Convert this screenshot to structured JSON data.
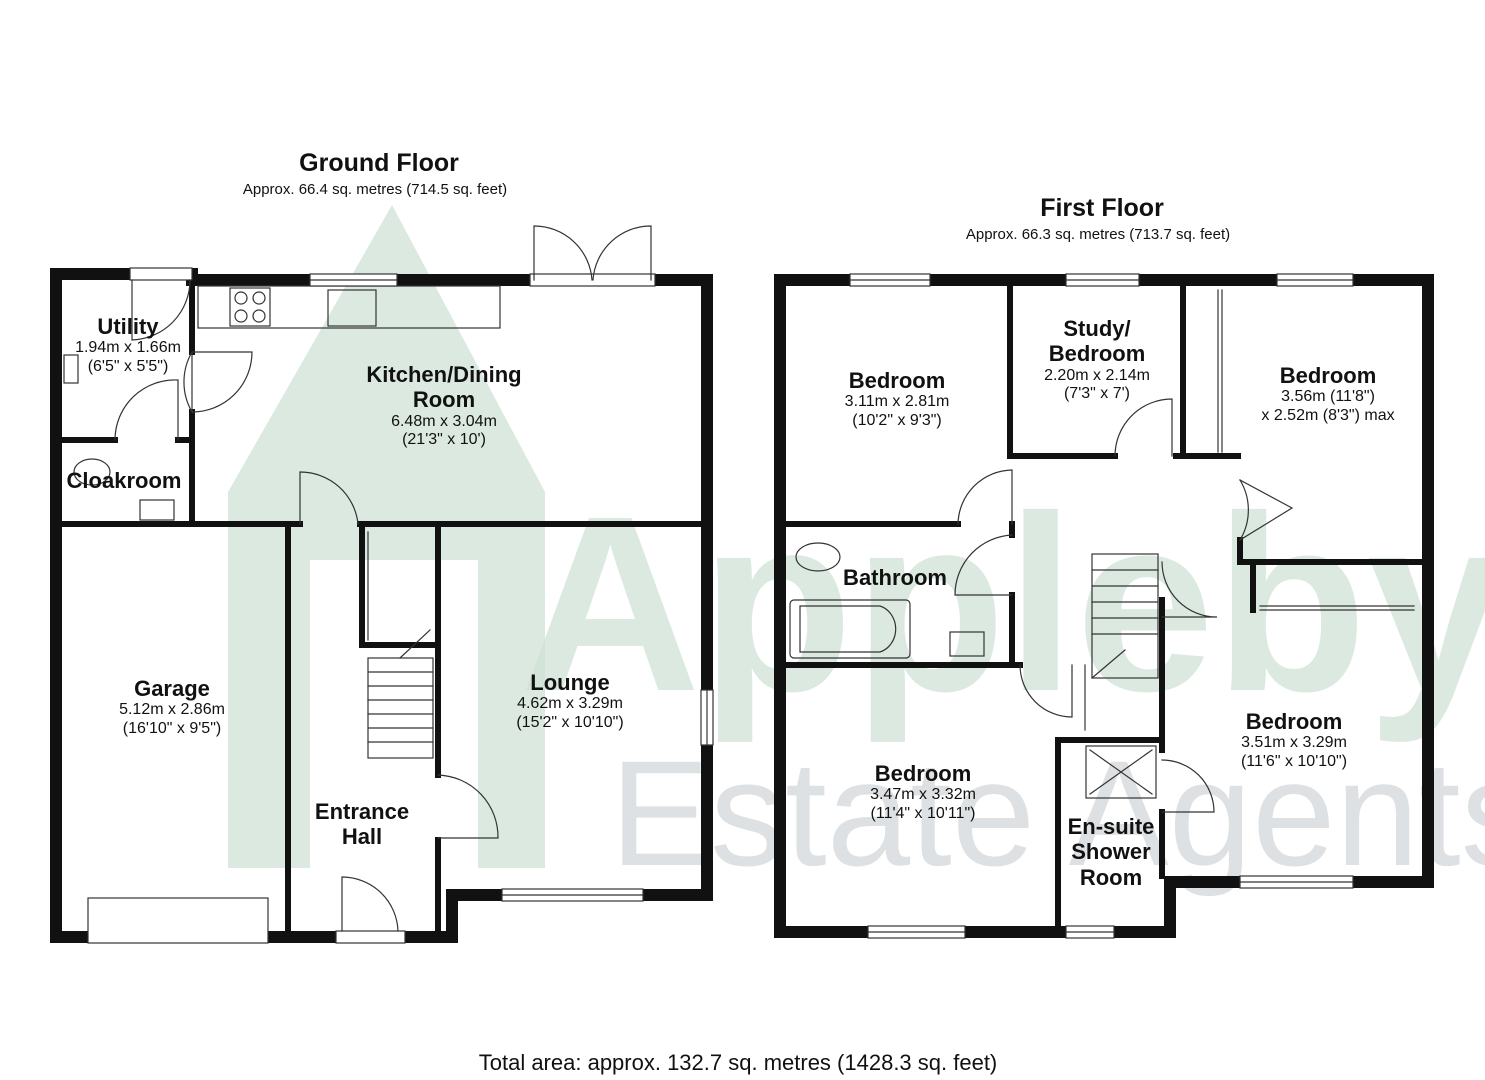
{
  "watermark": {
    "brand": "Appleby's",
    "tagline": "Estate Agents",
    "color": "#cfe2d6",
    "text_color": "#d9dcdf"
  },
  "colors": {
    "wall": "#111111",
    "line": "#333333",
    "background": "#ffffff"
  },
  "ground_floor": {
    "title": "Ground Floor",
    "area": "Approx. 66.4 sq. metres (714.5 sq. feet)",
    "rooms": {
      "utility": {
        "name": "Utility",
        "dims": [
          "1.94m x 1.66m",
          "(6'5\" x 5'5\")"
        ]
      },
      "cloakroom": {
        "name": "Cloakroom"
      },
      "kitchen": {
        "name": [
          "Kitchen/Dining",
          "Room"
        ],
        "dims": [
          "6.48m x 3.04m",
          "(21'3\" x 10')"
        ]
      },
      "garage": {
        "name": "Garage",
        "dims": [
          "5.12m x 2.86m",
          "(16'10\" x 9'5\")"
        ]
      },
      "lounge": {
        "name": "Lounge",
        "dims": [
          "4.62m x 3.29m",
          "(15'2\" x 10'10\")"
        ]
      },
      "entrance": {
        "name": [
          "Entrance",
          "Hall"
        ]
      }
    }
  },
  "first_floor": {
    "title": "First Floor",
    "area": "Approx. 66.3 sq. metres (713.7 sq. feet)",
    "rooms": {
      "bedroom_front_left": {
        "name": "Bedroom",
        "dims": [
          "3.11m x 2.81m",
          "(10'2\" x 9'3\")"
        ]
      },
      "study": {
        "name": [
          "Study/",
          "Bedroom"
        ],
        "dims": [
          "2.20m x 2.14m",
          "(7'3\" x 7')"
        ]
      },
      "bedroom_front_right": {
        "name": "Bedroom",
        "dims": [
          "3.56m (11'8\")",
          "x 2.52m (8'3\") max"
        ]
      },
      "bathroom": {
        "name": "Bathroom"
      },
      "bedroom_rear_left": {
        "name": "Bedroom",
        "dims": [
          "3.47m x 3.32m",
          "(11'4\" x 10'11\")"
        ]
      },
      "bedroom_rear_right": {
        "name": "Bedroom",
        "dims": [
          "3.51m x 3.29m",
          "(11'6\" x 10'10\")"
        ]
      },
      "ensuite": {
        "name": [
          "En-suite",
          "Shower",
          "Room"
        ]
      }
    }
  },
  "total_area": "Total area: approx. 132.7 sq. metres (1428.3 sq. feet)"
}
